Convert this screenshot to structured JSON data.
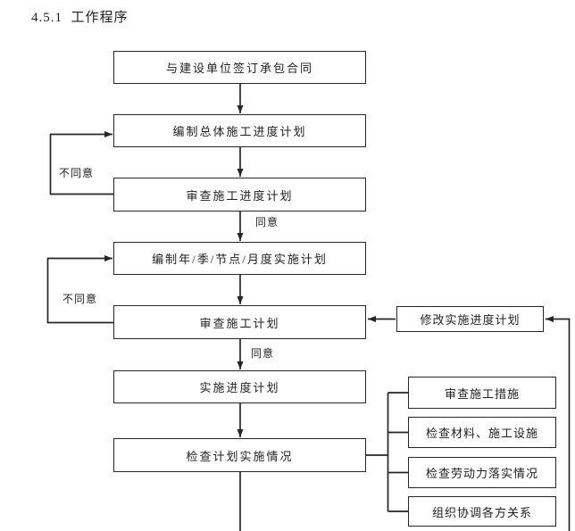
{
  "title": "4.5.1  工作程序",
  "colors": {
    "background": "#ffffff",
    "line": "#262626",
    "text": "#1f1f1f"
  },
  "flow": {
    "main_steps": [
      {
        "id": "sign-contract",
        "label": "与建设单位签订承包合同"
      },
      {
        "id": "compile-overall-schedule",
        "label": "编制总体施工进度计划"
      },
      {
        "id": "review-progress-schedule",
        "label": "审查施工进度计划"
      },
      {
        "id": "compile-periodic-plans",
        "label": "编制年/季/节点/月度实施计划"
      },
      {
        "id": "review-construction-plan",
        "label": "审查施工计划"
      },
      {
        "id": "implement-schedule",
        "label": "实施进度计划"
      },
      {
        "id": "check-implementation",
        "label": "检查计划实施情况"
      }
    ],
    "side_steps": [
      {
        "id": "revise-schedule",
        "label": "修改实施进度计划"
      },
      {
        "id": "review-measures",
        "label": "审查施工措施"
      },
      {
        "id": "check-materials-facilities",
        "label": "检查材料、施工设施"
      },
      {
        "id": "check-labor-implementation",
        "label": "检查劳动力落实情况"
      },
      {
        "id": "coordinate-parties",
        "label": "组织协调各方关系"
      }
    ],
    "decision_labels": {
      "disagree": "不同意",
      "agree": "同意"
    }
  }
}
